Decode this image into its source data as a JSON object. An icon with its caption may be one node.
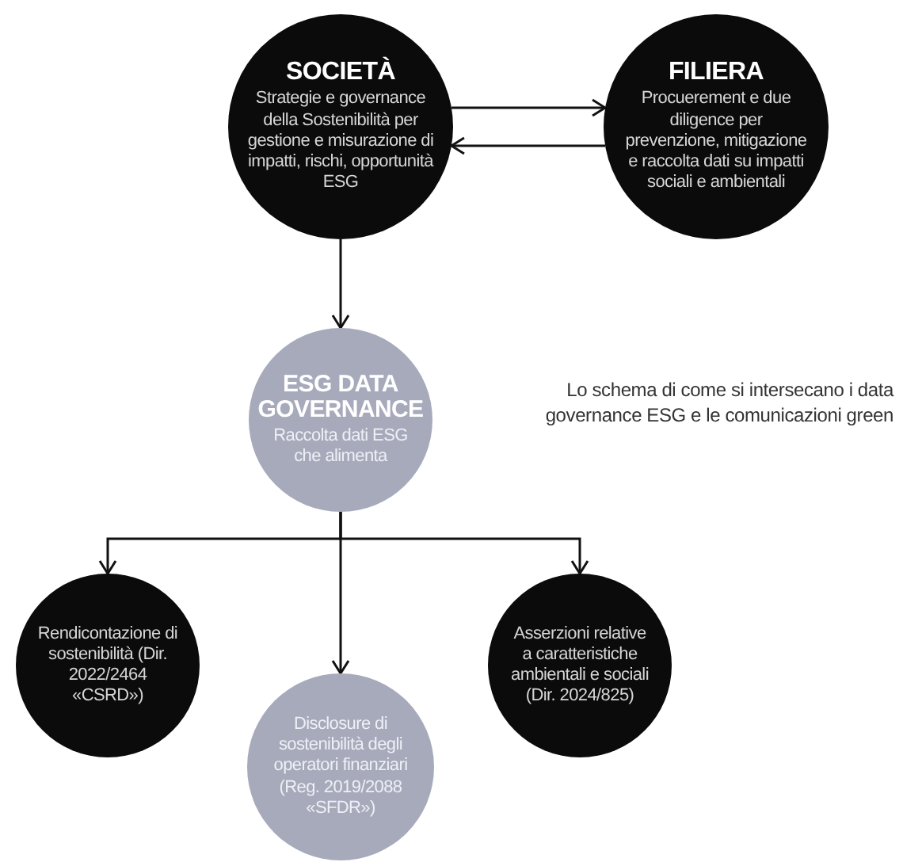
{
  "diagram": {
    "caption": "Lo schema di come si intersecano i data governance ESG e le comunicazioni green",
    "nodes": [
      {
        "text": [
          "SOCIETÀ",
          "Strategie e governance della Sostenibilità per gestione e misurazione di impatti, rischi, opportunità ESG"
        ]
      },
      {
        "text": [
          "FILIERA",
          "Procuerement e due diligence per prevenzione, mitigazione e raccolta dati su impatti sociali e ambientali"
        ]
      },
      {
        "text": [
          "ESG DATA GOVERNANCE",
          "Raccolta dati ESG che alimenta"
        ]
      },
      {
        "text": [
          "Rendicontazione di sostenibilità (Dir. 2022/2464 «CSRD»)"
        ]
      },
      {
        "text": [
          "Disclosure di sostenibilità degli operatori finanziari (Reg. 2019/2088 «SFDR»)"
        ]
      },
      {
        "text": [
          "Asserzioni relative a caratteristiche ambientali e sociali (Dir. 2024/825)"
        ]
      }
    ],
    "edges": [
      {
        "from": 0,
        "to": 1,
        "arrow": "to"
      },
      {
        "from": 1,
        "to": 0,
        "arrow": "to"
      },
      {
        "from": 0,
        "to": 2,
        "arrow": "to"
      },
      {
        "from": 2,
        "to": 3,
        "arrow": "to"
      },
      {
        "from": 2,
        "to": 4,
        "arrow": "to"
      },
      {
        "from": 2,
        "to": 5,
        "arrow": "to"
      }
    ]
  }
}
